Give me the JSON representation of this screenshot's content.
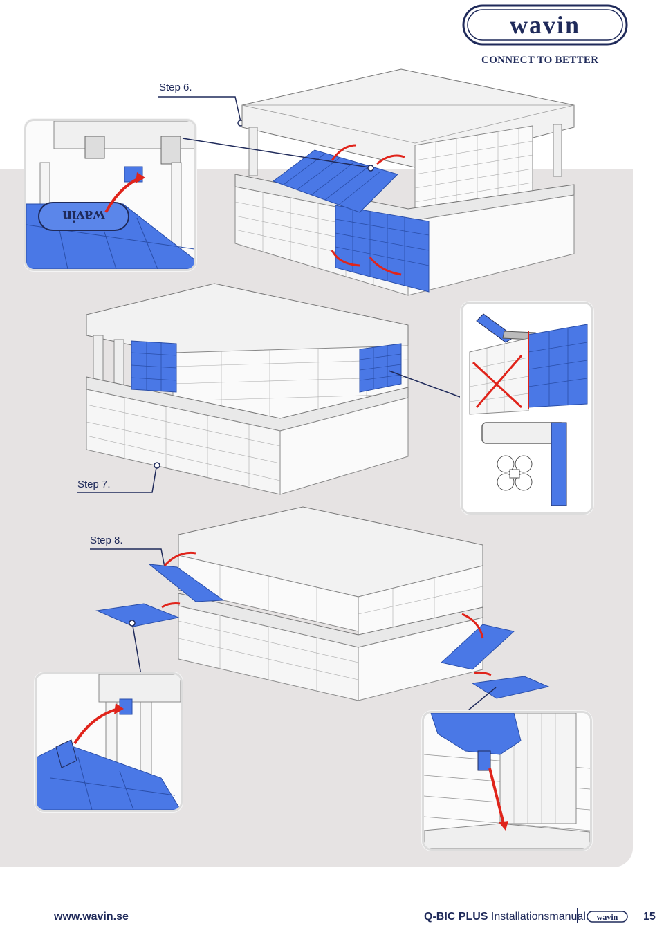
{
  "brand": {
    "logo_text": "wavin",
    "tagline": "CONNECT TO BETTER",
    "brand_color": "#1f2a5a",
    "accent_blue": "#3b6fe0",
    "arrow_red": "#e0241b"
  },
  "steps": {
    "step6": "Step 6.",
    "step7": "Step 7.",
    "step8": "Step 8."
  },
  "footer": {
    "url": "www.wavin.se",
    "product": "Q-BIC PLUS",
    "manual": "Installationsmanual",
    "logo_text": "wavin",
    "page_number": "15"
  }
}
